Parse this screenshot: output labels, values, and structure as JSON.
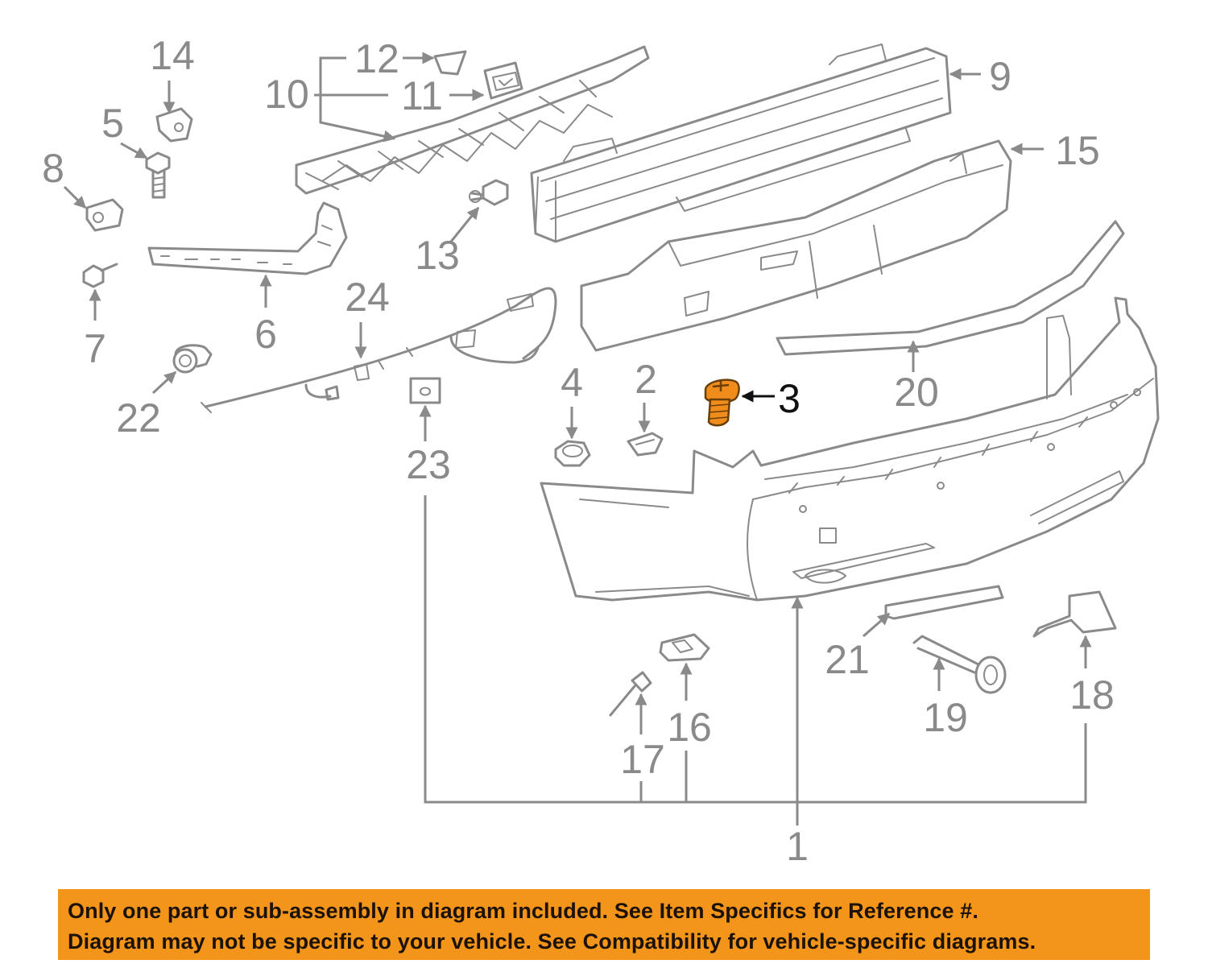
{
  "diagram": {
    "labels": [
      "1",
      "2",
      "3",
      "4",
      "5",
      "6",
      "7",
      "8",
      "9",
      "10",
      "11",
      "12",
      "13",
      "14",
      "15",
      "16",
      "17",
      "18",
      "19",
      "20",
      "21",
      "22",
      "23",
      "24"
    ],
    "highlight_label": "3",
    "highlight_color": "#f08c1c",
    "line_color": "#8a8a8a"
  },
  "notice": {
    "line1": "Only one part or sub-assembly in diagram included. See Item Specifics for Reference #.",
    "line2": "Diagram may not be specific to your vehicle. See Compatibility for vehicle-specific diagrams.",
    "background": "#f3951b"
  }
}
